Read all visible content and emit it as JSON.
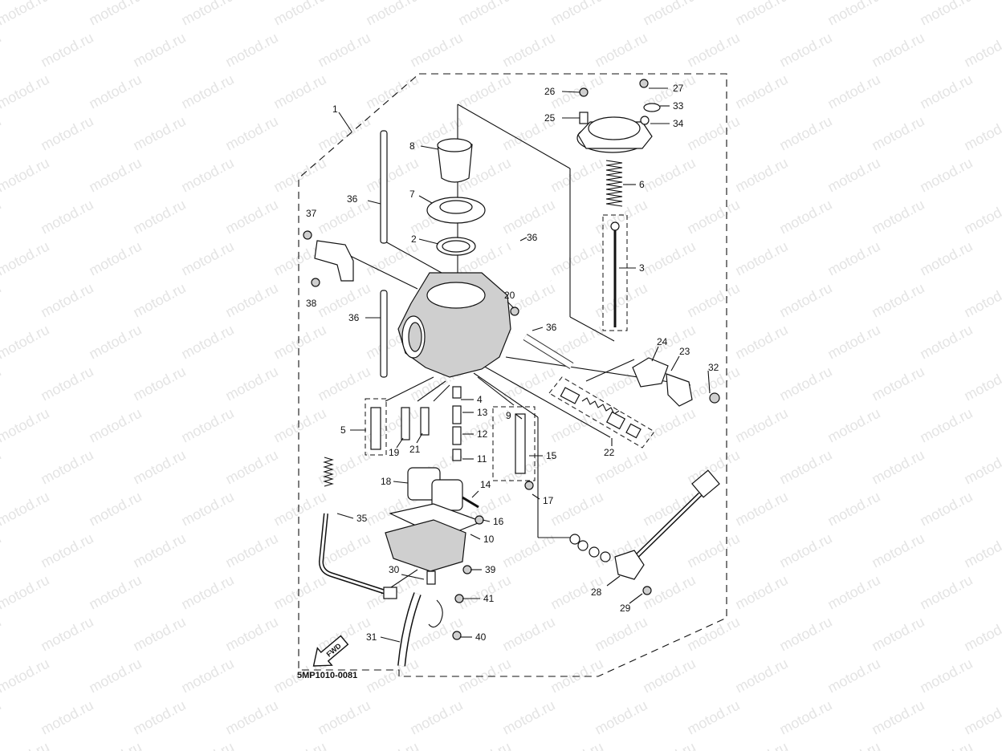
{
  "watermark": "motod.ru",
  "diagram_code": "5MP1010-0081",
  "fwd_label": "FWD",
  "callouts": {
    "c1": "1",
    "c2": "2",
    "c3": "3",
    "c4": "4",
    "c5": "5",
    "c6": "6",
    "c7": "7",
    "c8": "8",
    "c9": "9",
    "c10": "10",
    "c11": "11",
    "c12": "12",
    "c13": "13",
    "c14": "14",
    "c15": "15",
    "c16": "16",
    "c17": "17",
    "c18": "18",
    "c19": "19",
    "c20": "20",
    "c21": "21",
    "c22": "22",
    "c23": "23",
    "c24": "24",
    "c25": "25",
    "c26": "26",
    "c27": "27",
    "c28": "28",
    "c29": "29",
    "c30": "30",
    "c31": "31",
    "c32": "32",
    "c33": "33",
    "c34": "34",
    "c35": "35",
    "c36a": "36",
    "c36b": "36",
    "c36c": "36",
    "c36d": "36",
    "c37": "37",
    "c38": "38",
    "c39": "39",
    "c40": "40",
    "c41": "41"
  }
}
